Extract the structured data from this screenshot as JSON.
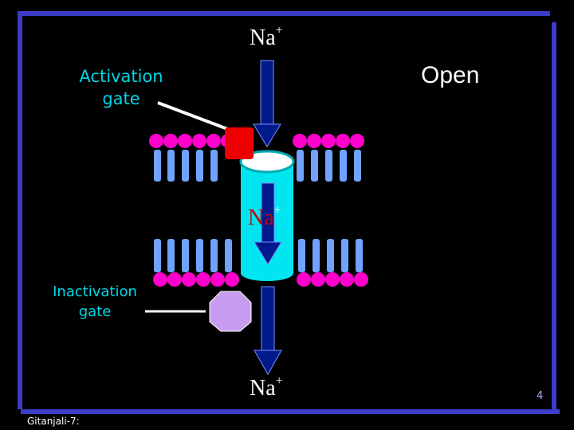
{
  "slide": {
    "state_label": "Open",
    "activation_gate_label": [
      "Activation",
      "gate"
    ],
    "inactivation_gate_label": [
      "Inactivation",
      "gate"
    ],
    "ion_top": "Na",
    "ion_mid": "Na",
    "ion_bottom": "Na",
    "charge": "+",
    "page_number": "4",
    "footer": "Gitanjali-7:"
  },
  "colors": {
    "background": "#000000",
    "border_blue": "#3c3cc8",
    "head_magenta": "#ff00cc",
    "tail_blue": "#6fa3ff",
    "channel_cyan": "#00e5f0",
    "arrow_blue": "#001a8c",
    "activation_gate_red": "#ee0000",
    "inactivation_gate_violet": "#c79cf0",
    "label_cyan": "#00d6e6"
  }
}
